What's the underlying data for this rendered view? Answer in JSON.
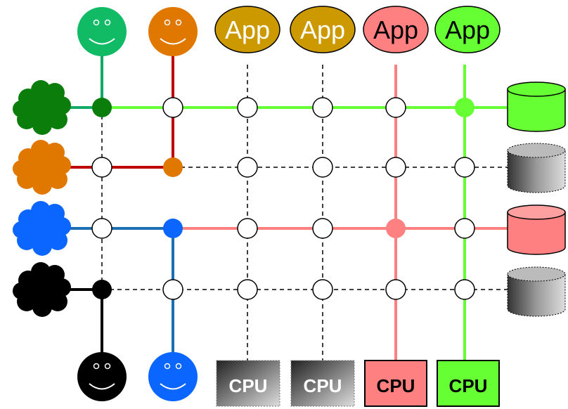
{
  "colors": {
    "green_dark": "#0a7d0a",
    "green_light": "#66ff33",
    "green_teal": "#11aa66",
    "orange": "#e07800",
    "red_dark": "#c00000",
    "blue": "#0a66ff",
    "blue_line": "#1a6fb5",
    "pink": "#ff8080",
    "gold": "#cc9900",
    "black": "#000000",
    "grey_dark": "#444444",
    "grey_light": "#cccccc"
  },
  "apps": [
    {
      "label": "App",
      "color": "gold"
    },
    {
      "label": "App",
      "color": "gold"
    },
    {
      "label": "App",
      "color": "pink"
    },
    {
      "label": "App",
      "color": "green_light"
    }
  ],
  "cpus": [
    {
      "label": "CPU",
      "style": "grey"
    },
    {
      "label": "CPU",
      "style": "grey"
    },
    {
      "label": "CPU",
      "style": "pink"
    },
    {
      "label": "CPU",
      "style": "green_light"
    }
  ],
  "users_top": [
    "green-teal",
    "orange"
  ],
  "users_bottom": [
    "black",
    "blue"
  ],
  "clouds": [
    "green_dark",
    "orange",
    "blue",
    "black"
  ],
  "databases": [
    "green_light",
    "grey",
    "pink",
    "grey"
  ]
}
